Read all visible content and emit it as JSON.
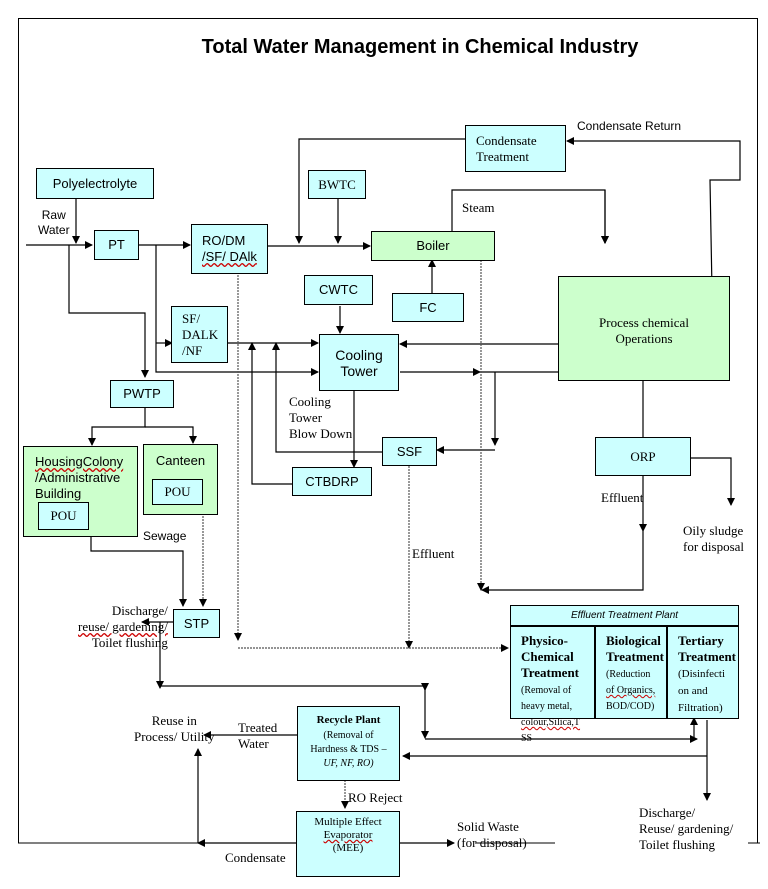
{
  "title": "Total Water Management in Chemical Industry",
  "nodes": {
    "polyelectrolyte": "Polyelectrolyte",
    "pt": "PT",
    "ro_dm": [
      "RO/DM",
      "/SF/ DAlk"
    ],
    "bwtc": "BWTC",
    "boiler": "Boiler",
    "condensate_treatment": [
      "Condensate",
      "Treatment"
    ],
    "cwtc": "CWTC",
    "fc": "FC",
    "sf_dalk_nf": [
      "SF/",
      "DALK",
      "/NF"
    ],
    "cooling_tower": [
      "Cooling",
      "Tower"
    ],
    "process_ops": [
      "Process chemical",
      "Operations"
    ],
    "pwtp": "PWTP",
    "housing": [
      "HousingColony",
      "/Administrative",
      "Building"
    ],
    "pou": "POU",
    "canteen": "Canteen",
    "ssf": "SSF",
    "ctbdrp": "CTBDRP",
    "orp": "ORP",
    "stp": "STP",
    "etp_header": "Effluent Treatment Plant",
    "etp_physico": {
      "title": [
        "Physico-",
        "Chemical",
        "Treatment"
      ],
      "desc": [
        "(Removal of",
        "heavy metal,",
        "colour,Silica,T",
        "SS"
      ]
    },
    "etp_bio": {
      "title": [
        "Biological",
        "Treatment"
      ],
      "desc": [
        "(Reduction",
        "of Organics,",
        "BOD/COD)"
      ]
    },
    "etp_tertiary": {
      "title": [
        "Tertiary",
        "Treatment"
      ],
      "desc": [
        "(Disinfecti",
        "on and",
        "Filtration)"
      ]
    },
    "recycle": {
      "title": "Recycle Plant",
      "desc": [
        "(Removal of",
        "Hardness & TDS –"
      ],
      "desc_italic": "UF, NF, RO)"
    },
    "mee": [
      "Multiple Effect",
      "Evaporator",
      "(MEE)"
    ]
  },
  "labels": {
    "raw_water": [
      "Raw",
      "Water"
    ],
    "steam": "Steam",
    "condensate_return": "Condensate Return",
    "ct_blowdown": [
      "Cooling",
      "Tower",
      "Blow Down"
    ],
    "effluent_orp": "Effluent",
    "oily_sludge": [
      "Oily sludge",
      "for disposal"
    ],
    "sewage": "Sewage",
    "effluent_mid": "Effluent",
    "discharge_stp": [
      "Discharge/",
      "reuse/ gardening/",
      "Toilet flushing"
    ],
    "reuse_process": [
      "Reuse in",
      "Process/ Utility"
    ],
    "treated_water": [
      "Treated",
      "Water"
    ],
    "ro_reject": "RO Reject",
    "solid_waste": [
      "Solid Waste",
      "(for disposal)"
    ],
    "discharge_etp": [
      "Discharge/",
      "Reuse/ gardening/",
      "Toilet flushing"
    ],
    "condensate": "Condensate"
  }
}
